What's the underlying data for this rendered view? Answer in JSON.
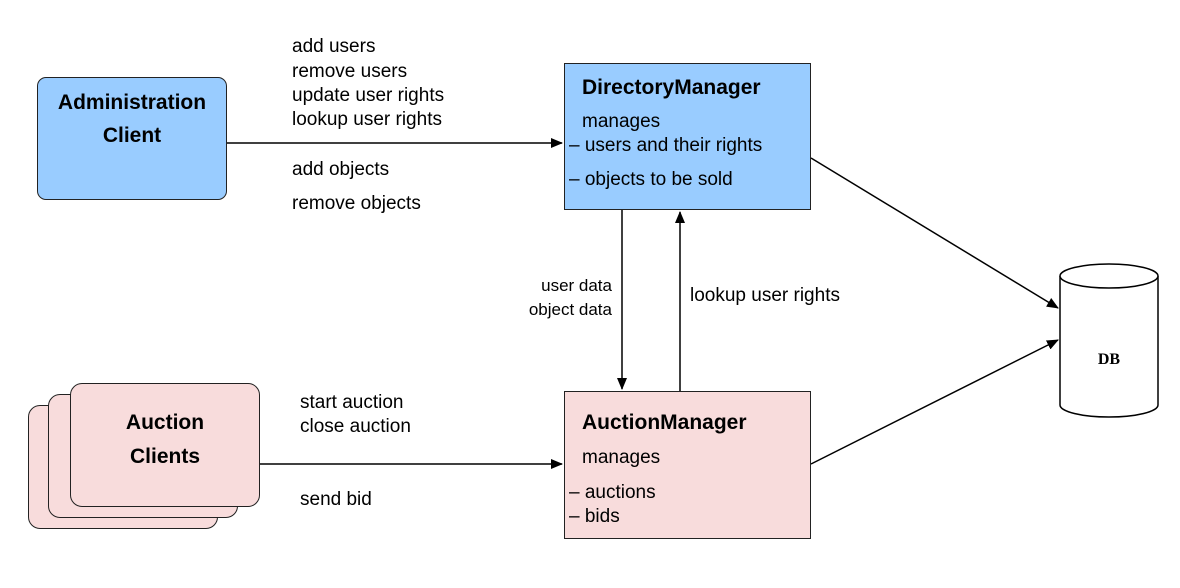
{
  "admin_client": {
    "line1": "Administration",
    "line2": "Client"
  },
  "directory_manager": {
    "title": "DirectoryManager",
    "manages": "manages",
    "items": [
      "– users and their rights",
      "– objects to be sold"
    ]
  },
  "auction_manager": {
    "title": "AuctionManager",
    "manages": "manages",
    "items": [
      "– auctions",
      "– bids"
    ]
  },
  "auction_clients": {
    "line1": "Auction",
    "line2": "Clients"
  },
  "db": {
    "label": "DB"
  },
  "admin_to_directory": {
    "labels": [
      "add users",
      "remove users",
      "update user rights",
      "lookup user rights",
      "add objects",
      "remove objects"
    ]
  },
  "directory_to_auction": {
    "labels": [
      "user data",
      "object data"
    ]
  },
  "auction_to_directory": {
    "label": "lookup user rights"
  },
  "clients_to_auction": {
    "labels": [
      "start auction",
      "close auction",
      "send bid"
    ]
  },
  "colors": {
    "blue_box": "#99ccff",
    "pink_box": "#f8dcdc",
    "line": "#000000"
  }
}
